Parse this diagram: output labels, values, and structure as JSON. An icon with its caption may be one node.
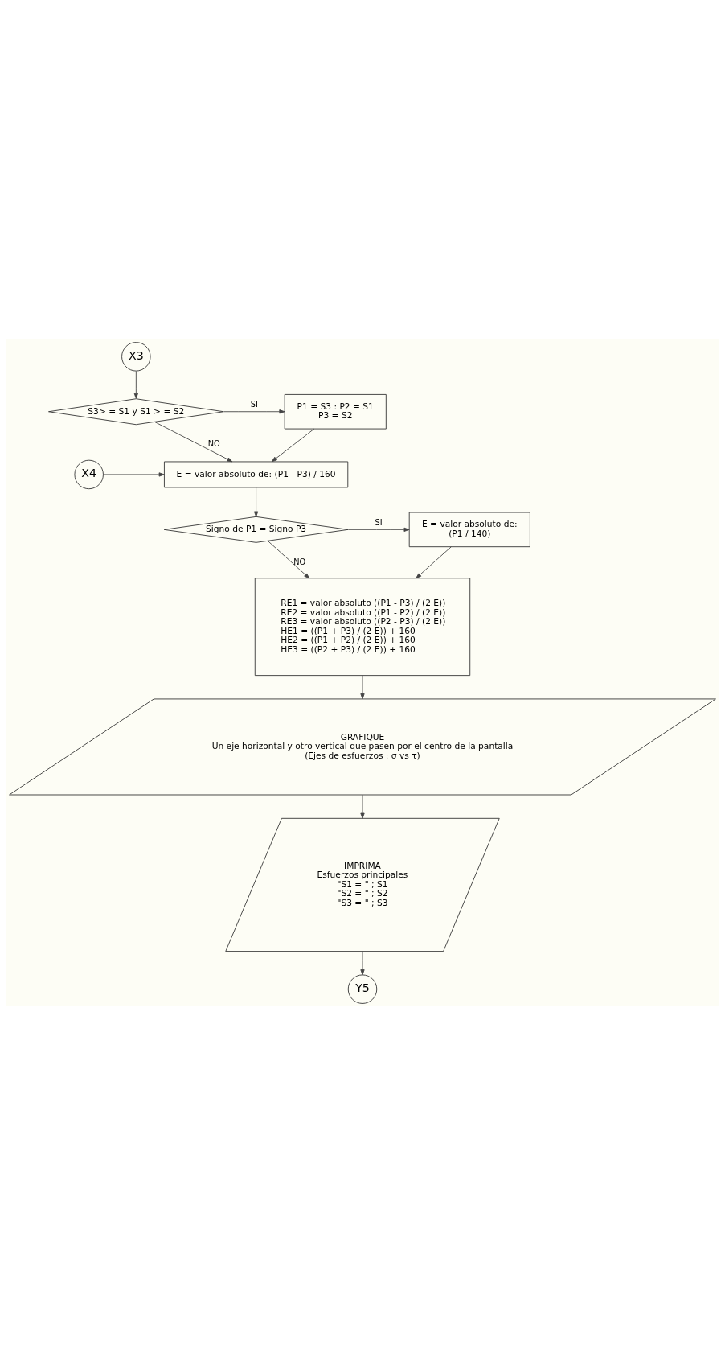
{
  "diagram": {
    "nodes": [
      {
        "text": [
          "X3"
        ]
      },
      {
        "text": [
          "S3> = S1 y S1 > = S2"
        ]
      },
      {
        "text": [
          "P1 = S3 : P2 = S1",
          "P3 = S2"
        ]
      },
      {
        "text": [
          "X4"
        ]
      },
      {
        "text": [
          "E = valor absoluto de: (P1 - P3) / 160"
        ]
      },
      {
        "text": [
          "Signo de P1 = Signo P3"
        ]
      },
      {
        "text": [
          "E = valor absoluto de:",
          "(P1 / 140)"
        ]
      },
      {
        "text": [
          "RE1 = valor absoluto ((P1 - P3) / (2 E))",
          "RE2 = valor absoluto ((P1 - P2) / (2 E))",
          "RE3 = valor absoluto ((P2 - P3) / (2 E))",
          "HE1 = ((P1 + P3) / (2 E)) + 160",
          "HE2 = ((P1 + P2) / (2 E)) + 160",
          "HE3 = ((P2 + P3) / (2 E)) + 160"
        ]
      },
      {
        "text": [
          "GRAFIQUE",
          "Un eje horizontal y otro vertical que pasen por el centro de la pantalla",
          "(Ejes de esfuerzos : σ vs τ)"
        ]
      },
      {
        "text": [
          "IMPRIMA",
          "Esfuerzos principales",
          "\"S1 = \" ; S1",
          "\"S2 = \" ; S2",
          "\"S3 = \" ; S3"
        ]
      },
      {
        "text": [
          "Y5"
        ]
      }
    ],
    "edges": [
      {
        "from": 0,
        "to": 1,
        "arrow": "to"
      },
      {
        "from": 1,
        "to": 2,
        "arrow": "to",
        "label": "SI"
      },
      {
        "from": 1,
        "to": 4,
        "arrow": "to",
        "label": "NO"
      },
      {
        "from": 2,
        "to": 4,
        "arrow": "to"
      },
      {
        "from": 3,
        "to": 4,
        "arrow": "to"
      },
      {
        "from": 4,
        "to": 5,
        "arrow": "to"
      },
      {
        "from": 5,
        "to": 6,
        "arrow": "to",
        "label": "SI"
      },
      {
        "from": 5,
        "to": 7,
        "arrow": "to",
        "label": "NO"
      },
      {
        "from": 6,
        "to": 7,
        "arrow": "to"
      },
      {
        "from": 7,
        "to": 8,
        "arrow": "to"
      },
      {
        "from": 8,
        "to": 9,
        "arrow": "to"
      },
      {
        "from": 9,
        "to": 10,
        "arrow": "to"
      }
    ]
  }
}
